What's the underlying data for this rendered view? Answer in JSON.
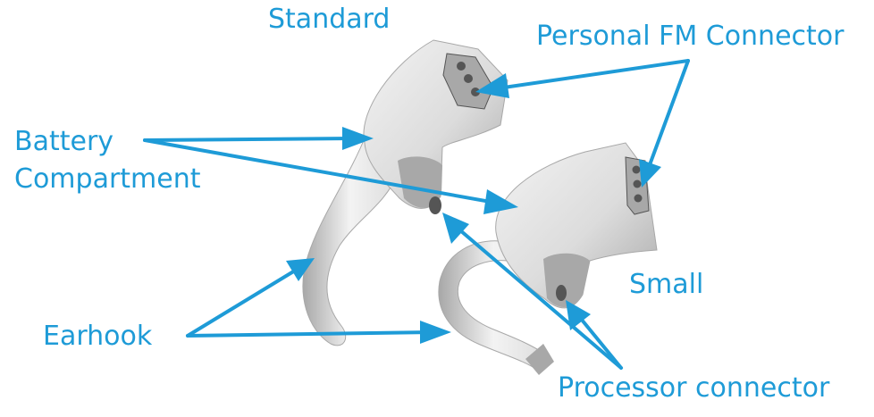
{
  "theme": {
    "label_color": "#1e9bd7",
    "arrow_color": "#1e9bd7",
    "device_fill": "#dcdcdc",
    "device_shade": "#a8a8a8",
    "device_highlight": "#f3f3f3",
    "connector_fill": "#555555"
  },
  "labels": {
    "standard": "Standard",
    "fm_connector": "Personal FM Connector",
    "battery_line1": "Battery",
    "battery_line2": "Compartment",
    "earhook": "Earhook",
    "small": "Small",
    "processor_connector": "Processor connector"
  },
  "icons": {
    "standard_device": "standard-processor-illustration",
    "small_device": "small-processor-illustration"
  }
}
